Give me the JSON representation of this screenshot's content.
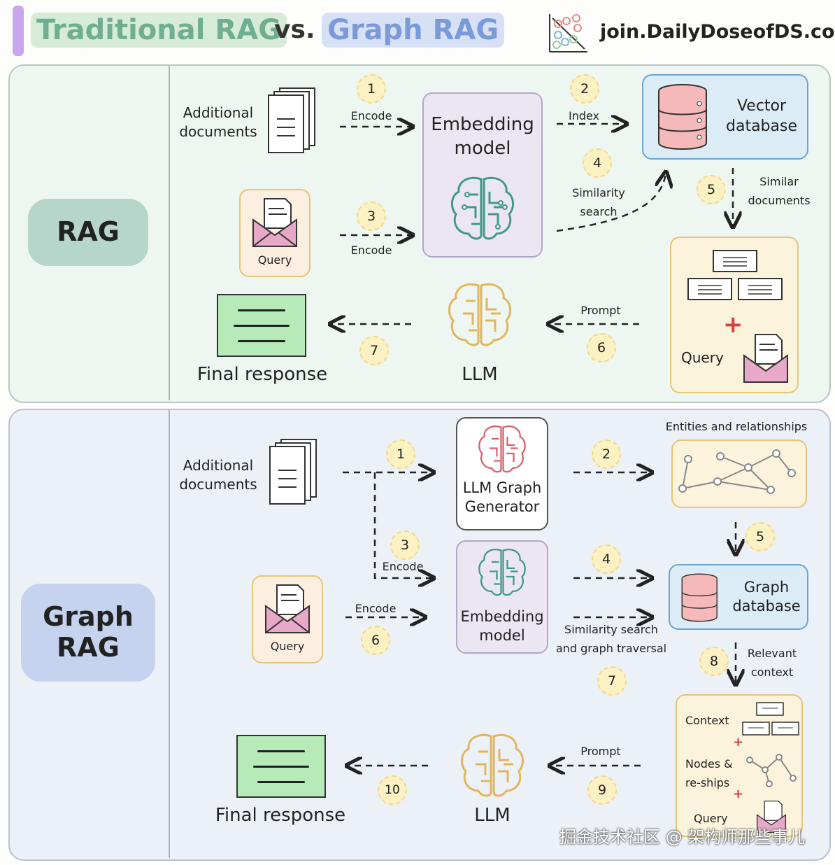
{
  "header": {
    "title_traditional": "Traditional RAG",
    "title_vs": "vs.",
    "title_graph": "Graph RAG",
    "site": "join.DailyDoseofDS.com"
  },
  "rag": {
    "section_label": "RAG",
    "additional_docs": "Additional\ndocuments",
    "query_label": "Query",
    "encode_1": "Encode",
    "encode_3": "Encode",
    "index": "Index",
    "similarity_search": "Similarity\nsearch",
    "similar_docs": "Similar\ndocuments",
    "embedding_model": "Embedding\nmodel",
    "vector_db": "Vector\ndatabase",
    "prompt": "Prompt",
    "llm": "LLM",
    "final_response": "Final response",
    "query_combo": "Query",
    "steps": [
      "1",
      "2",
      "3",
      "4",
      "5",
      "6",
      "7"
    ]
  },
  "graph": {
    "section_label": "Graph\nRAG",
    "additional_docs": "Additional\ndocuments",
    "query_label": "Query",
    "encode_3": "Encode",
    "encode_6": "Encode",
    "llm_graph_generator": "LLM Graph\nGenerator",
    "entities_relationships": "Entities and relationships",
    "embedding_model": "Embedding\nmodel",
    "graph_db": "Graph\ndatabase",
    "similarity_traversal": "Similarity search\nand graph traversal",
    "relevant_context": "Relevant\ncontext",
    "context": "Context",
    "nodes_reships": "Nodes &\nre-ships",
    "query_combo": "Query",
    "prompt": "Prompt",
    "llm": "LLM",
    "final_response": "Final response",
    "steps": [
      "1",
      "2",
      "3",
      "4",
      "5",
      "6",
      "7",
      "8",
      "9",
      "10"
    ]
  },
  "watermark": "掘金技术社区 @ 架构师那些事儿",
  "colors": {
    "rag_panel": "#eef6f2",
    "graph_panel": "#ecf1f8",
    "badge": "#fbf1c3",
    "response_card": "#b7eab9",
    "vector_border": "#6aa6d0"
  }
}
